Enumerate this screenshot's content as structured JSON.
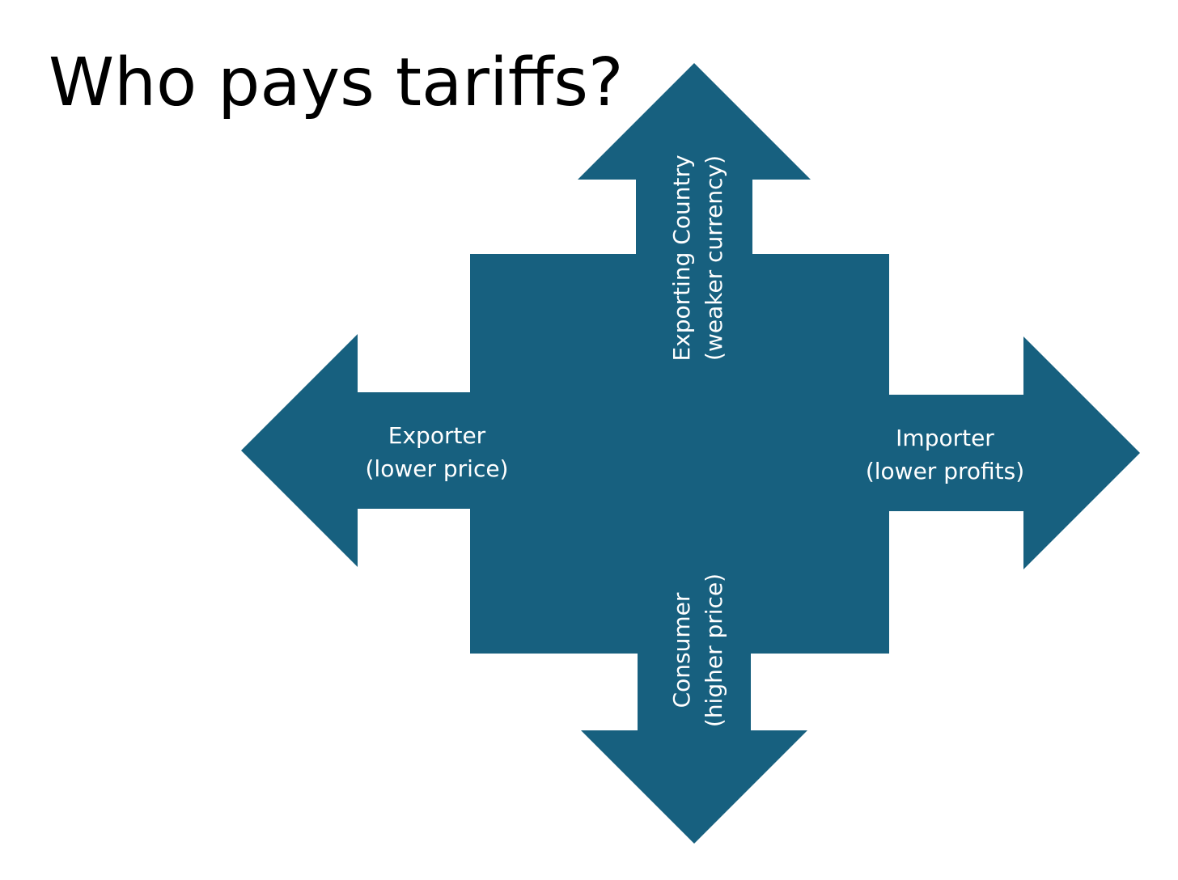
{
  "title": "Who pays tariffs?",
  "colors": {
    "arrow_fill": "#17607f",
    "label_text": "#ffffff",
    "background": "#ffffff",
    "title_text": "#000000"
  },
  "arrows": {
    "left": {
      "line1": "Exporter",
      "line2": "(lower price)"
    },
    "right": {
      "line1": "Importer",
      "line2": "(lower profits)"
    },
    "up": {
      "line1": "Exporting Country",
      "line2": "(weaker currency)"
    },
    "down": {
      "line1": "Consumer",
      "line2": "(higher price)"
    }
  }
}
